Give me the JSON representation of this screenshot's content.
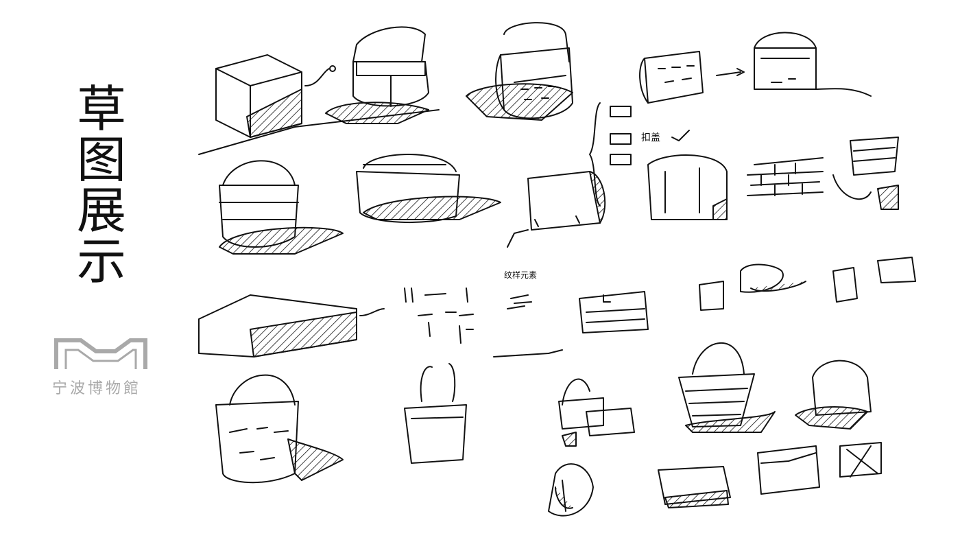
{
  "page": {
    "title_chars": [
      "草",
      "图",
      "展",
      "示"
    ]
  },
  "logo": {
    "text": "宁波博物館",
    "color": "#a9a9a9"
  },
  "sketch": {
    "annotations": {
      "note_a": "扣盖",
      "note_b": "纹样元素"
    },
    "ink_color": "#111111"
  }
}
